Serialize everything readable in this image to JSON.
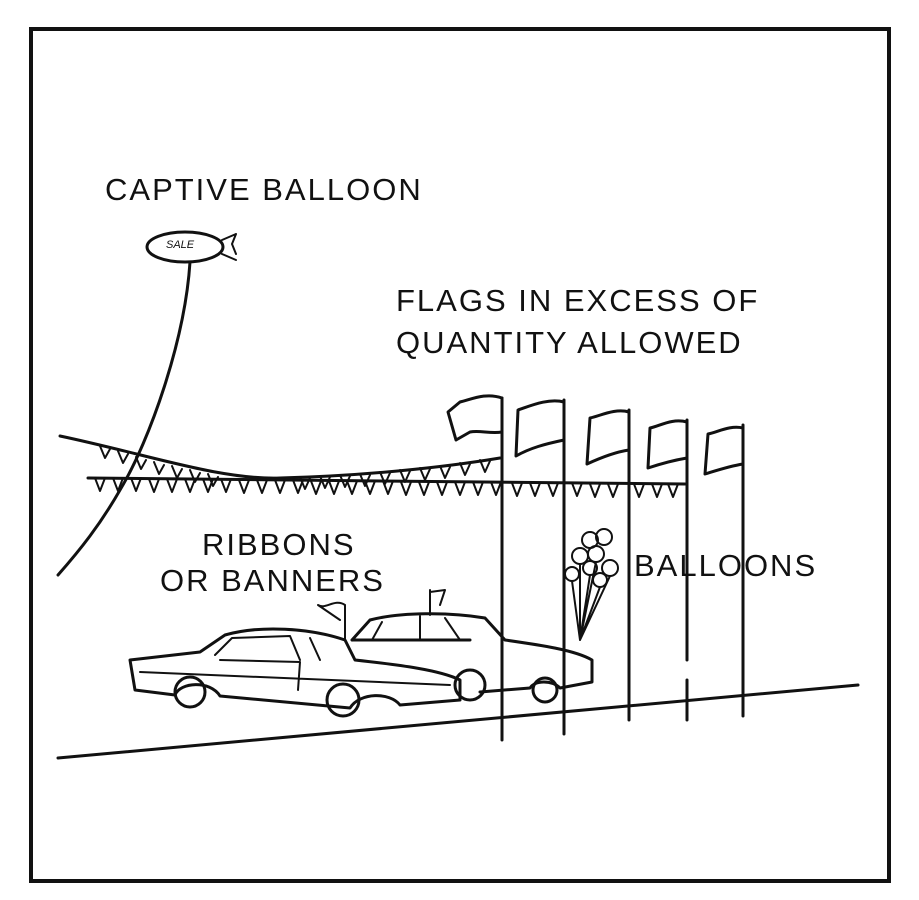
{
  "labels": {
    "captive_balloon": "CAPTIVE BALLOON",
    "flags_line1": "FLAGS IN EXCESS OF",
    "flags_line2": "QUANTITY ALLOWED",
    "ribbons_line1": "RIBBONS",
    "ribbons_line2": "OR BANNERS",
    "balloons": "BALLOONS"
  },
  "blimp_text": "SALE"
}
